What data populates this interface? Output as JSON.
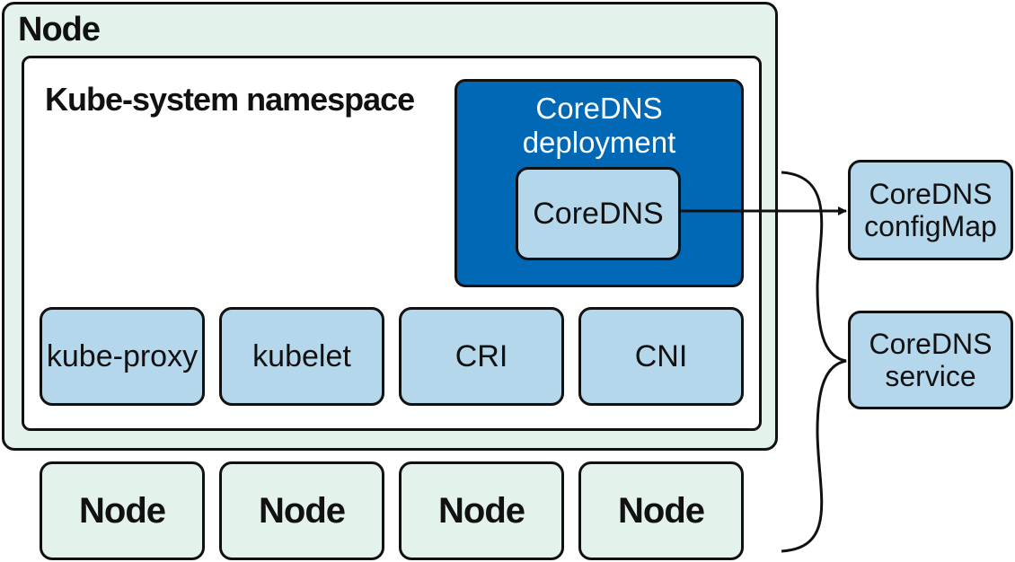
{
  "node": {
    "title": "Node"
  },
  "namespace": {
    "title": "Kube-system namespace"
  },
  "coredns_deployment": {
    "title": "CoreDNS\ndeployment",
    "pod_label": "CoreDNS"
  },
  "components": [
    "kube-proxy",
    "kubelet",
    "CRI",
    "CNI"
  ],
  "other_nodes": [
    "Node",
    "Node",
    "Node",
    "Node"
  ],
  "configmap": {
    "label": "CoreDNS\nconfigMap"
  },
  "service": {
    "label": "CoreDNS\nservice"
  },
  "colors": {
    "node_fill": "#e3f2ea",
    "deployment_fill": "#0068b5",
    "component_fill": "#b4d7ec",
    "outline": "#111111"
  }
}
